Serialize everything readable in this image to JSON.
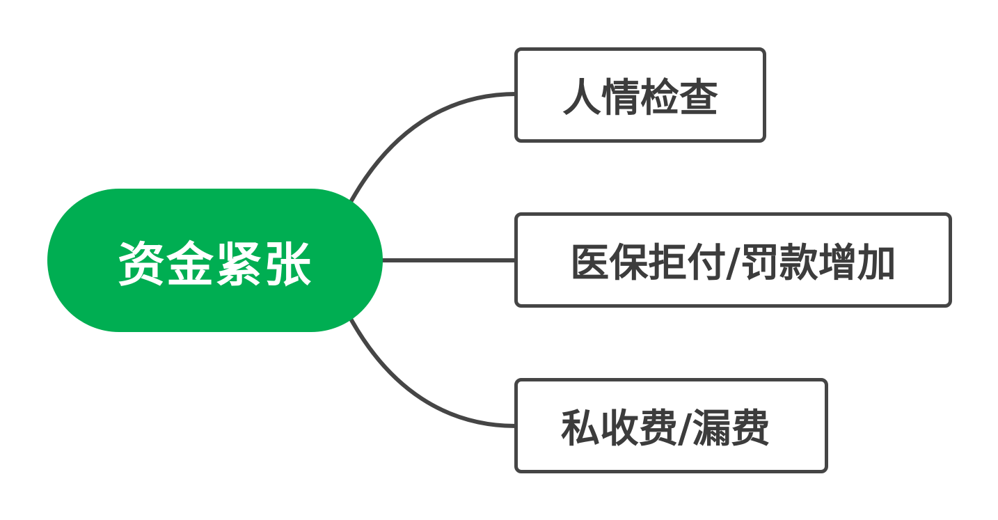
{
  "colors": {
    "root_fill": "#00ae52",
    "root_text": "#ffffff",
    "connector": "#454545",
    "child_border": "#454545",
    "child_text": "#3c3c3c",
    "background": "#ffffff"
  },
  "root": {
    "label": "资金紧张"
  },
  "children": [
    {
      "label": "人情检查"
    },
    {
      "label": "医保拒付/罚款增加"
    },
    {
      "label": "私收费/漏费"
    }
  ]
}
